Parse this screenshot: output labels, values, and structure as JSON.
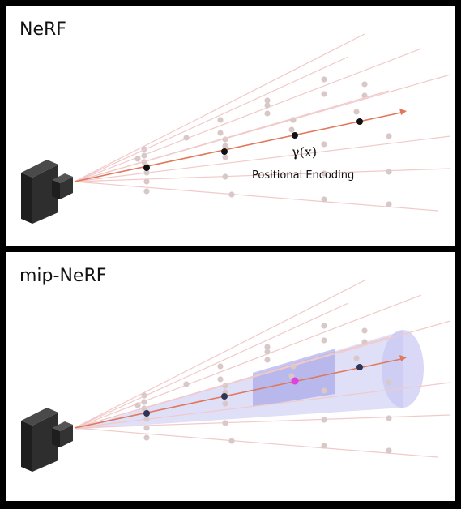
{
  "panels": [
    {
      "title": "NeRF",
      "annotation_math": "γ(x)",
      "annotation_label": "Positional Encoding"
    },
    {
      "title": "mip-NeRF"
    }
  ],
  "colors": {
    "frame": "#000000",
    "panel_bg": "#ffffff",
    "center_ray": "#e0785c",
    "faint_ray": "#f2c9c9",
    "faint_dot": "#d9c8c8",
    "sample_dot_nerf": "#111111",
    "sample_dot_mip": "#2f3355",
    "highlight_dot": "#e040e0",
    "cone_fill": "#c4c4f2",
    "cone_box": "#9f9fe6",
    "camera": "#2b2b2b"
  },
  "icons": [
    "camera-icon",
    "camera-icon"
  ]
}
